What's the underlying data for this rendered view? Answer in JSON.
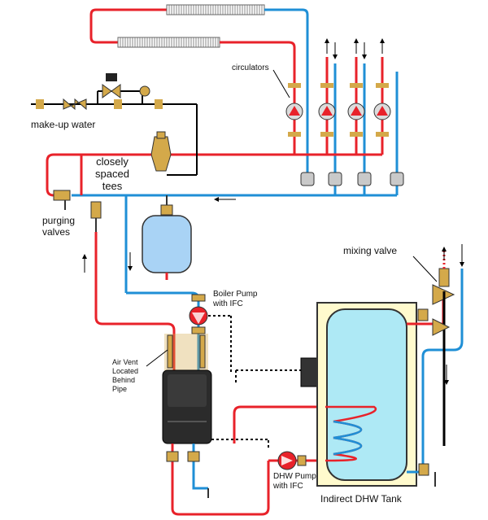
{
  "labels": {
    "makeup_water": "make-up water",
    "circulators": "circulators",
    "closely_spaced_tees_1": "closely",
    "closely_spaced_tees_2": "spaced",
    "closely_spaced_tees_3": "tees",
    "purging_valves_1": "purging",
    "purging_valves_2": "valves",
    "mixing_valve": "mixing valve",
    "boiler_pump_1": "Boiler Pump",
    "boiler_pump_2": "with IFC",
    "air_vent_1": "Air Vent",
    "air_vent_2": "Located",
    "air_vent_3": "Behind",
    "air_vent_4": "Pipe",
    "dhw_pump_1": "DHW Pump",
    "dhw_pump_2": "with IFC",
    "indirect_dhw_tank": "Indirect DHW Tank"
  },
  "colors": {
    "supply_red": "#e8222a",
    "return_blue": "#1f8fd6",
    "tank_fill": "#fffacd",
    "tank_inner": "#aee9f5",
    "expansion_tank": "#a9d3f5",
    "boiler_body": "#2b2b2b",
    "brass": "#d4a94a",
    "control_wire": "#000000"
  }
}
